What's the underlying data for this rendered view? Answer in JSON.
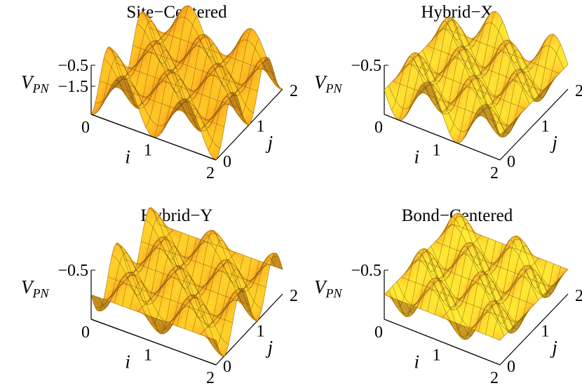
{
  "chart_data": [
    {
      "type": "surface",
      "title": "Site−Centered",
      "zlabel_main": "V",
      "zlabel_sub": "PN",
      "xlabel": "i",
      "ylabel": "j",
      "x_ticks": [
        "0",
        "1",
        "2"
      ],
      "y_ticks": [
        "0",
        "1",
        "2"
      ],
      "z_ticks": [
        "−0.5",
        "−1.5"
      ],
      "xlim": [
        0,
        2
      ],
      "ylim": [
        0,
        2
      ],
      "zlim": [
        -2.0,
        -0.5
      ],
      "z_function": "-1.25 - 0.75*cos(2*pi*x)*cos(2*pi*y)",
      "surface_color": "#f2a422"
    },
    {
      "type": "surface",
      "title": "Hybrid−X",
      "zlabel_main": "V",
      "zlabel_sub": "PN",
      "xlabel": "i",
      "ylabel": "j",
      "x_ticks": [
        "0",
        "1",
        "2"
      ],
      "y_ticks": [
        "0",
        "1",
        "2"
      ],
      "z_ticks": [
        "−0.5"
      ],
      "xlim": [
        0,
        2
      ],
      "ylim": [
        0,
        2
      ],
      "zlim": [
        -1.6,
        -0.5
      ],
      "z_function": "-1.05 - 0.55*sin(2*pi*x)*cos(2*pi*y)",
      "surface_color": "#f7bb2e"
    },
    {
      "type": "surface",
      "title": "Hybrid−Y",
      "zlabel_main": "V",
      "zlabel_sub": "PN",
      "xlabel": "i",
      "ylabel": "j",
      "x_ticks": [
        "0",
        "1",
        "2"
      ],
      "y_ticks": [
        "0",
        "1",
        "2"
      ],
      "z_ticks": [
        "−0.5"
      ],
      "xlim": [
        0,
        2
      ],
      "ylim": [
        0,
        2
      ],
      "zlim": [
        -1.6,
        -0.5
      ],
      "z_function": "-1.05 - 0.55*cos(2*pi*x)*sin(2*pi*y)",
      "surface_color": "#f4ad26"
    },
    {
      "type": "surface",
      "title": "Bond−Centered",
      "zlabel_main": "V",
      "zlabel_sub": "PN",
      "xlabel": "i",
      "ylabel": "j",
      "x_ticks": [
        "0",
        "1",
        "2"
      ],
      "y_ticks": [
        "0",
        "1",
        "2"
      ],
      "z_ticks": [
        "−0.5"
      ],
      "xlim": [
        0,
        2
      ],
      "ylim": [
        0,
        2
      ],
      "zlim": [
        -1.4,
        -0.5
      ],
      "z_function": "-0.95 - 0.45*sin(2*pi*x)*sin(2*pi*y)",
      "surface_color": "#f9c02f"
    }
  ]
}
